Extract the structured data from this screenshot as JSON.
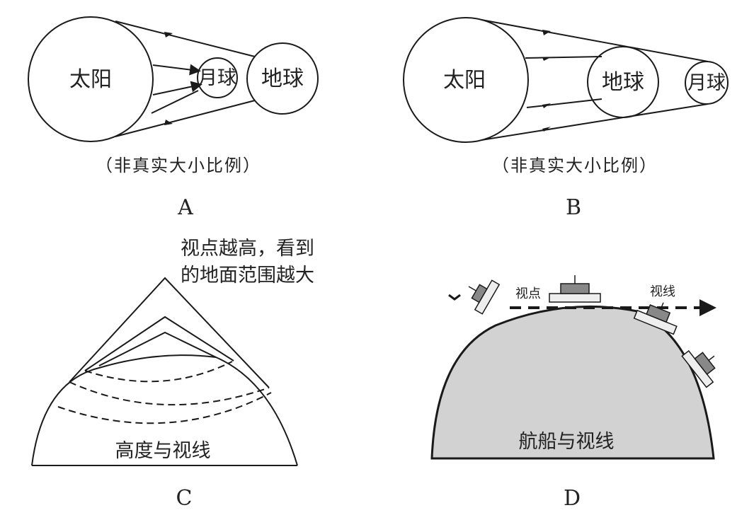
{
  "panels": {
    "a": {
      "label": "A",
      "sun": "太阳",
      "moon": "月球",
      "earth": "地球",
      "caption": "（非真实大小比例）"
    },
    "b": {
      "label": "B",
      "sun": "太阳",
      "earth": "地球",
      "moon": "月球",
      "caption": "（非真实大小比例）"
    },
    "c": {
      "label": "C",
      "note_line1": "视点越高，看到",
      "note_line2": "的地面范围越大",
      "caption": "高度与视线"
    },
    "d": {
      "label": "D",
      "viewpoint": "视点",
      "sightline": "视线",
      "caption": "航船与视线"
    }
  },
  "colors": {
    "line": "#1a1a1a",
    "hemisphere_fill": "#d2d2d2"
  }
}
